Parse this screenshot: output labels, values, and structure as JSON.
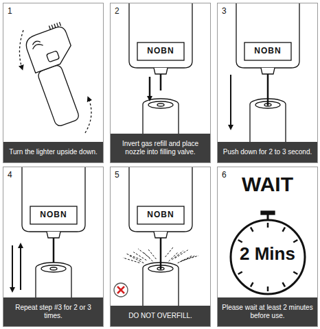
{
  "diagram": {
    "nodes": [
      {
        "text": [
          "1",
          "Turn the lighter upside down."
        ]
      },
      {
        "text": [
          "2",
          "Invert gas refill and place nozzle into filling valve."
        ]
      },
      {
        "text": [
          "3",
          "Push down for 2 to 3 second."
        ]
      },
      {
        "text": [
          "4",
          "Repeat step #3 for 2 or 3 times."
        ]
      },
      {
        "text": [
          "5",
          "DO NOT OVERFILL."
        ]
      },
      {
        "text": [
          "6",
          "WAIT",
          "2 Mins",
          "Please wait at least 2 minutes before use."
        ]
      }
    ],
    "labels": [
      "NOBN",
      "NOBN",
      "NOBN",
      "NOBN"
    ]
  }
}
